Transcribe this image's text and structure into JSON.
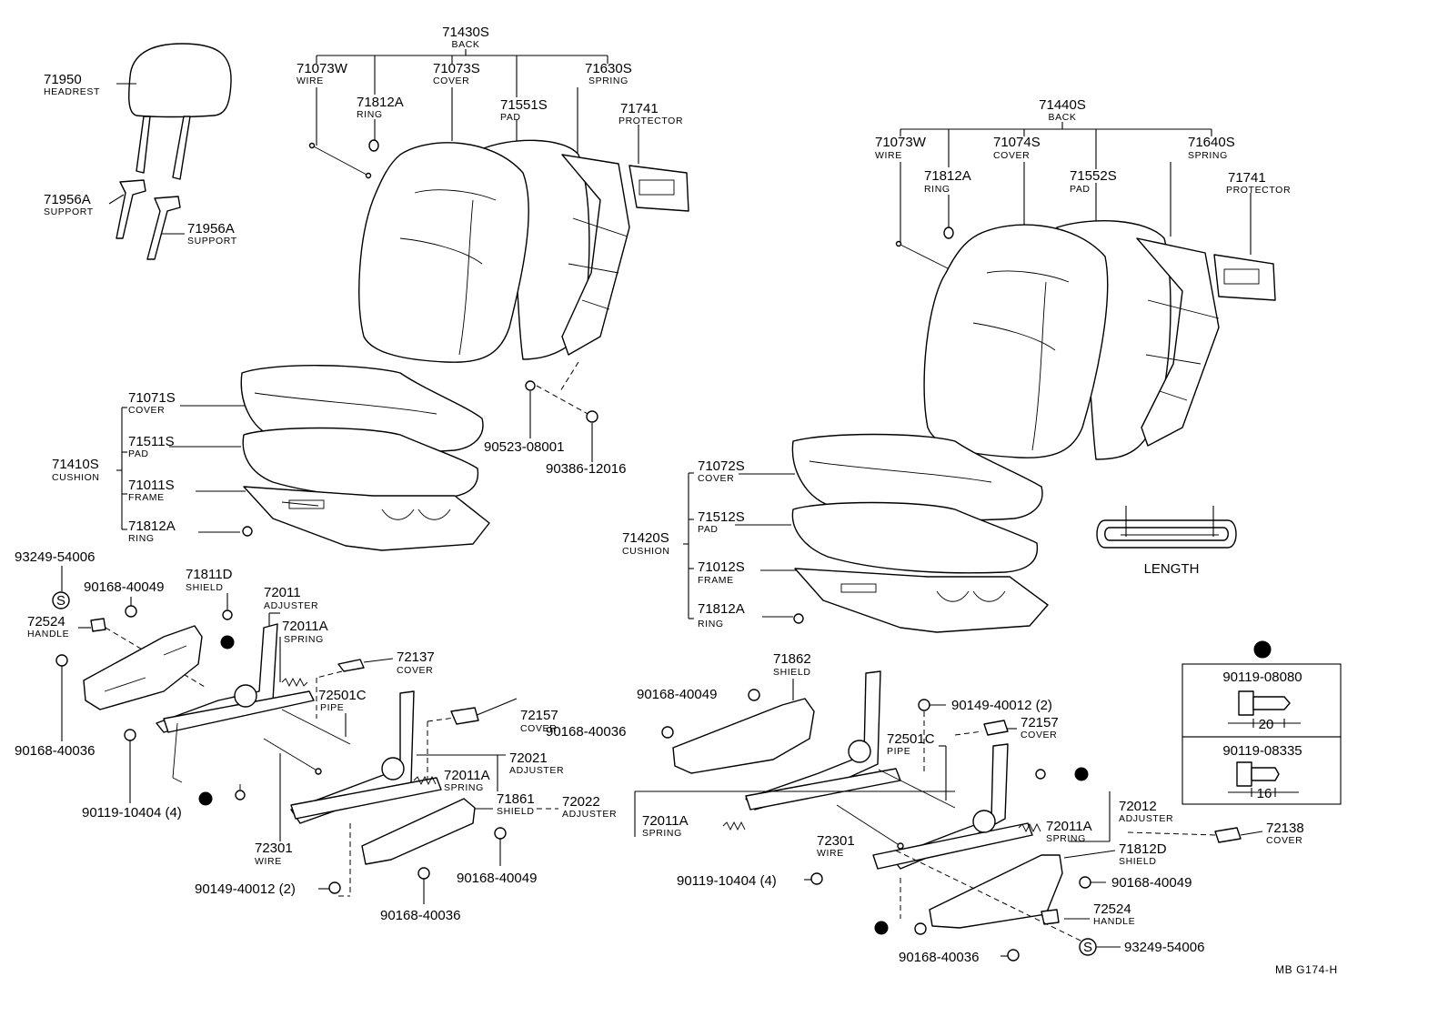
{
  "footer_code": "MB G174-H",
  "length_label": "LENGTH",
  "s_symbol": "S",
  "left": {
    "back": {
      "num": "71430S",
      "name": "BACK"
    },
    "wire": {
      "num": "71073W",
      "name": "WIRE"
    },
    "cover_back": {
      "num": "71073S",
      "name": "COVER"
    },
    "spring_back": {
      "num": "71630S",
      "name": "SPRING"
    },
    "ring_back": {
      "num": "71812A",
      "name": "RING"
    },
    "pad_back": {
      "num": "71551S",
      "name": "PAD"
    },
    "protector": {
      "num": "71741",
      "name": "PROTECTOR"
    },
    "headrest": {
      "num": "71950",
      "name": "HEADREST"
    },
    "support1": {
      "num": "71956A",
      "name": "SUPPORT"
    },
    "support2": {
      "num": "71956A",
      "name": "SUPPORT"
    },
    "cushion": {
      "num": "71410S",
      "name": "CUSHION"
    },
    "cover_cush": {
      "num": "71071S",
      "name": "COVER"
    },
    "pad_cush": {
      "num": "71511S",
      "name": "PAD"
    },
    "frame": {
      "num": "71011S",
      "name": "FRAME"
    },
    "ring_cush": {
      "num": "71812A",
      "name": "RING"
    },
    "bolt_a": "90523-08001",
    "bolt_b": "90386-12016",
    "s_part": "93249-54006",
    "b_40049_top": "90168-40049",
    "shield_d": {
      "num": "71811D",
      "name": "SHIELD"
    },
    "handle": {
      "num": "72524",
      "name": "HANDLE"
    },
    "adjuster": {
      "num": "72011",
      "name": "ADJUSTER"
    },
    "spring_a": {
      "num": "72011A",
      "name": "SPRING"
    },
    "cover_137": {
      "num": "72137",
      "name": "COVER"
    },
    "pipe": {
      "num": "72501C",
      "name": "PIPE"
    },
    "cover_157": {
      "num": "72157",
      "name": "COVER"
    },
    "b_40036_l": "90168-40036",
    "adj_21": {
      "num": "72021",
      "name": "ADJUSTER"
    },
    "spring_a2": {
      "num": "72011A",
      "name": "SPRING"
    },
    "shield_61": {
      "num": "71861",
      "name": "SHIELD"
    },
    "b_10404": "90119-10404 (4)",
    "wire_301": {
      "num": "72301",
      "name": "WIRE"
    },
    "b_40049_bot": "90168-40049",
    "b_40012": "90149-40012 (2)",
    "b_40036_bot": "90168-40036"
  },
  "right": {
    "back": {
      "num": "71440S",
      "name": "BACK"
    },
    "wire": {
      "num": "71073W",
      "name": "WIRE"
    },
    "cover_back": {
      "num": "71074S",
      "name": "COVER"
    },
    "spring_back": {
      "num": "71640S",
      "name": "SPRING"
    },
    "ring_back": {
      "num": "71812A",
      "name": "RING"
    },
    "pad_back": {
      "num": "71552S",
      "name": "PAD"
    },
    "protector": {
      "num": "71741",
      "name": "PROTECTOR"
    },
    "cushion": {
      "num": "71420S",
      "name": "CUSHION"
    },
    "cover_cush": {
      "num": "71072S",
      "name": "COVER"
    },
    "pad_cush": {
      "num": "71512S",
      "name": "PAD"
    },
    "frame": {
      "num": "71012S",
      "name": "FRAME"
    },
    "ring_cush": {
      "num": "71812A",
      "name": "RING"
    },
    "shield_62": {
      "num": "71862",
      "name": "SHIELD"
    },
    "b_40049": "90168-40049",
    "b_40012": "90149-40012 (2)",
    "b_40036": "90168-40036",
    "cover_157": {
      "num": "72157",
      "name": "COVER"
    },
    "pipe": {
      "num": "72501C",
      "name": "PIPE"
    },
    "adj_22": {
      "num": "72022",
      "name": "ADJUSTER"
    },
    "spring_a": {
      "num": "72011A",
      "name": "SPRING"
    },
    "adj_12": {
      "num": "72012",
      "name": "ADJUSTER"
    },
    "spring_a2": {
      "num": "72011A",
      "name": "SPRING"
    },
    "wire_301": {
      "num": "72301",
      "name": "WIRE"
    },
    "shield_12d": {
      "num": "71812D",
      "name": "SHIELD"
    },
    "cover_138": {
      "num": "72138",
      "name": "COVER"
    },
    "b_10404": "90119-10404 (4)",
    "b_40049_b": "90168-40049",
    "handle": {
      "num": "72524",
      "name": "HANDLE"
    },
    "s_part": "93249-54006",
    "b_40036_b": "90168-40036"
  },
  "bolt_box": {
    "bolt1": "90119-08080",
    "dim1": "20",
    "bolt2": "90119-08335",
    "dim2": "16"
  }
}
